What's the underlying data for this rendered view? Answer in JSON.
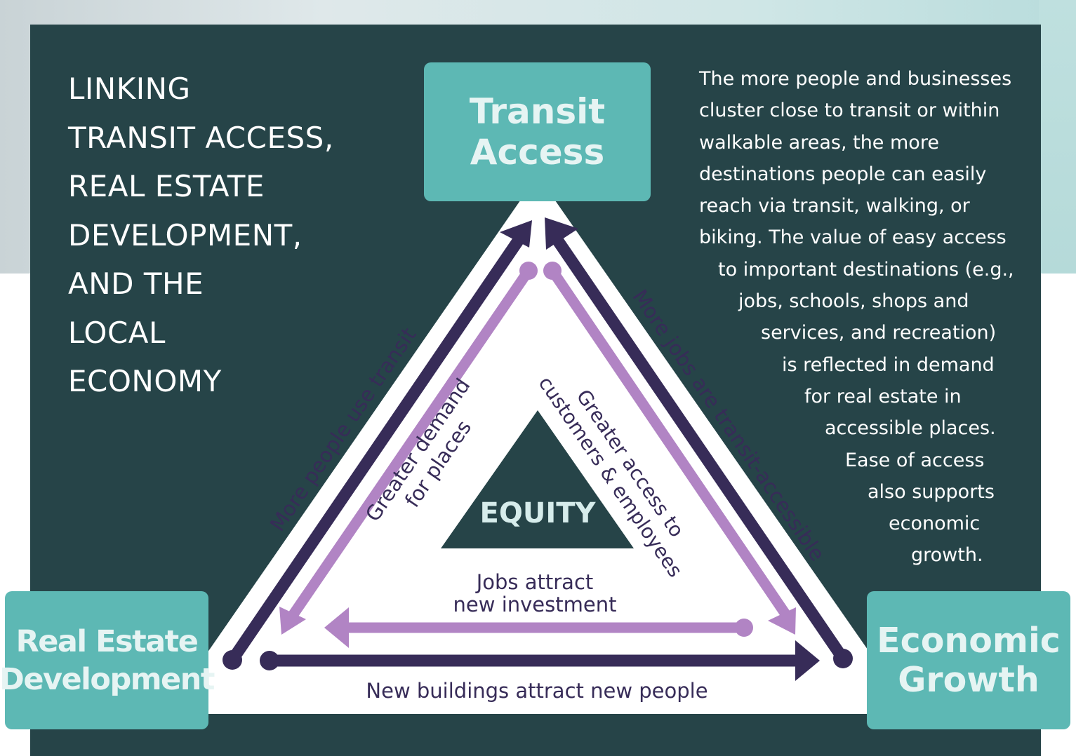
{
  "title_lines": [
    "LINKING",
    "TRANSIT ACCESS,",
    "REAL ESTATE",
    "DEVELOPMENT,",
    "AND THE",
    "LOCAL",
    "ECONOMY"
  ],
  "description_lines": [
    "The more people and businesses",
    "cluster close to transit or within",
    "walkable areas, the more",
    "destinations people can easily",
    "reach via transit, walking, or",
    "biking. The value of easy access",
    "to important destinations (e.g.,",
    "jobs, schools, shops and",
    "services, and recreation)",
    "is reflected in demand",
    "for real estate in",
    "accessible places.",
    "Ease of access",
    "also supports",
    "economic",
    "growth."
  ],
  "nodes": {
    "transit": {
      "lines": [
        "Transit",
        "Access"
      ]
    },
    "real_estate": {
      "lines": [
        "Real Estate",
        "Development"
      ]
    },
    "economic": {
      "lines": [
        "Economic",
        "Growth"
      ]
    }
  },
  "center_label": "EQUITY",
  "arrow_labels": {
    "more_people_use_transit": "More people use transit",
    "greater_demand_line1": "Greater demand",
    "greater_demand_line2": "for places",
    "greater_access_line1": "Greater access to",
    "greater_access_line2": "customers & employees",
    "more_jobs": "More jobs are transit-accessible",
    "jobs_attract_line1": "Jobs attract",
    "jobs_attract_line2": "new investment",
    "new_buildings": "New buildings attract new people"
  },
  "colors": {
    "panel": "#264448",
    "node_fill": "#5db8b4",
    "node_text": "#e6f4f3",
    "dark_arrow": "#372c58",
    "light_arrow": "#b184c4",
    "triangle_fill": "#ffffff",
    "label_text": "#372c58",
    "equity_text": "#d6eceb"
  }
}
